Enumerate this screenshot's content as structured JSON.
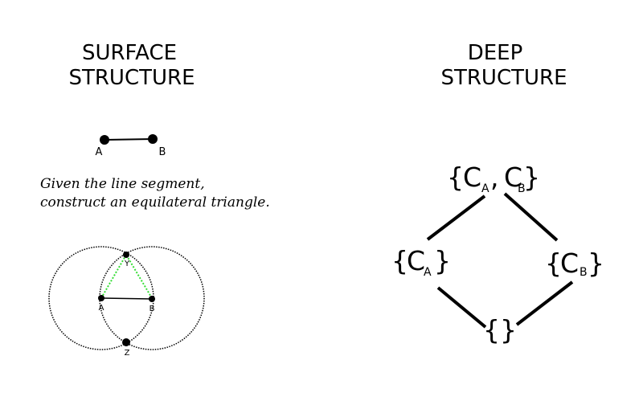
{
  "surface": {
    "title_line1": "SURFACE",
    "title_line2": "STRUCTURE",
    "segment_label_a": "A",
    "segment_label_b": "B",
    "instruction_line1": "Given the line segment,",
    "instruction_line2": "construct an equilateral triangle.",
    "construction_labels": {
      "a": "A",
      "b": "B",
      "y": "Y",
      "z": "Z"
    }
  },
  "deep": {
    "title_line1": "DEEP",
    "title_line2": "STRUCTURE",
    "top_node": {
      "open": "{",
      "c1": "C",
      "sub1": "A",
      "comma": ",",
      "c2": "C",
      "sub2": "B",
      "close": "}"
    },
    "left_node": {
      "open": "{",
      "c": "C",
      "sub": "A",
      "close": "}"
    },
    "right_node": {
      "open": "{",
      "c": "C",
      "sub": "B",
      "close": "}"
    },
    "bottom_node": "{}"
  },
  "colors": {
    "stroke": "#000000",
    "triangle_dotted": "#33dd33"
  }
}
